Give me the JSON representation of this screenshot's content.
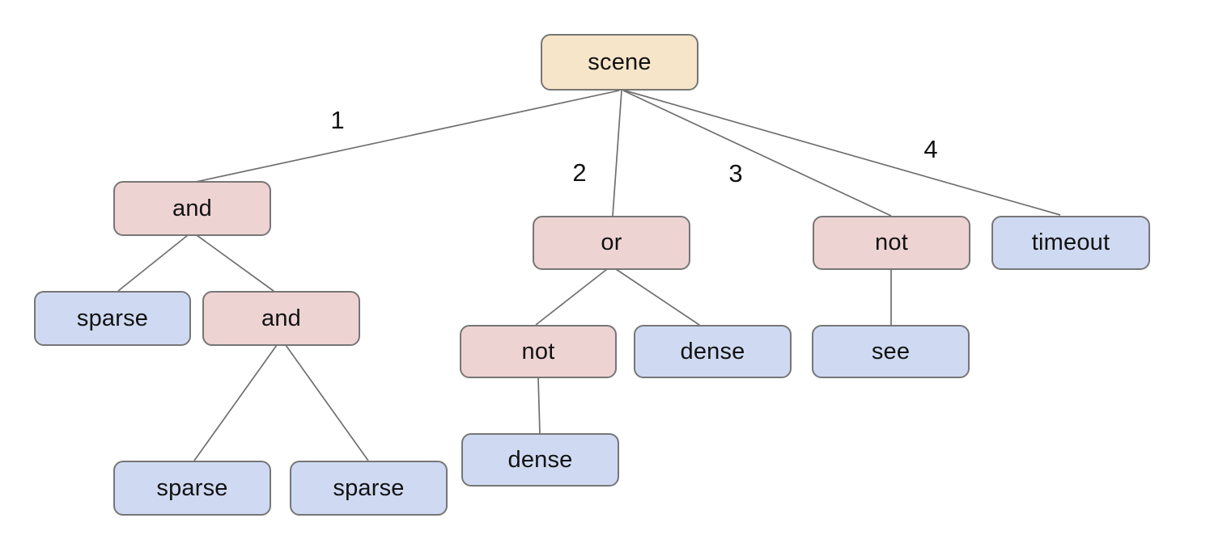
{
  "diagram": {
    "background_color": "#ffffff",
    "colors": {
      "root_fill": "#f6e5c8",
      "operator_fill": "#eed3d3",
      "leaf_fill": "#cfdaf2",
      "node_border": "#767676",
      "edge_line": "#6f6f6f",
      "text": "#121212"
    },
    "nodes": {
      "scene": {
        "label": "scene",
        "type": "root"
      },
      "and1": {
        "label": "and",
        "type": "operator"
      },
      "or1": {
        "label": "or",
        "type": "operator"
      },
      "not1": {
        "label": "not",
        "type": "operator"
      },
      "timeout": {
        "label": "timeout",
        "type": "leaf"
      },
      "sparse1": {
        "label": "sparse",
        "type": "leaf"
      },
      "and2": {
        "label": "and",
        "type": "operator"
      },
      "not2": {
        "label": "not",
        "type": "operator"
      },
      "dense1": {
        "label": "dense",
        "type": "leaf"
      },
      "see1": {
        "label": "see",
        "type": "leaf"
      },
      "sparse2": {
        "label": "sparse",
        "type": "leaf"
      },
      "sparse3": {
        "label": "sparse",
        "type": "leaf"
      },
      "dense2": {
        "label": "dense",
        "type": "leaf"
      }
    },
    "edge_labels": [
      "1",
      "2",
      "3",
      "4"
    ],
    "tree": {
      "label": "scene",
      "children": [
        {
          "edge": "1",
          "label": "and",
          "children": [
            {
              "label": "sparse"
            },
            {
              "label": "and",
              "children": [
                {
                  "label": "sparse"
                },
                {
                  "label": "sparse"
                }
              ]
            }
          ]
        },
        {
          "edge": "2",
          "label": "or",
          "children": [
            {
              "label": "not",
              "children": [
                {
                  "label": "dense"
                }
              ]
            },
            {
              "label": "dense"
            }
          ]
        },
        {
          "edge": "3",
          "label": "not",
          "children": [
            {
              "label": "see"
            }
          ]
        },
        {
          "edge": "4",
          "label": "timeout"
        }
      ]
    }
  }
}
